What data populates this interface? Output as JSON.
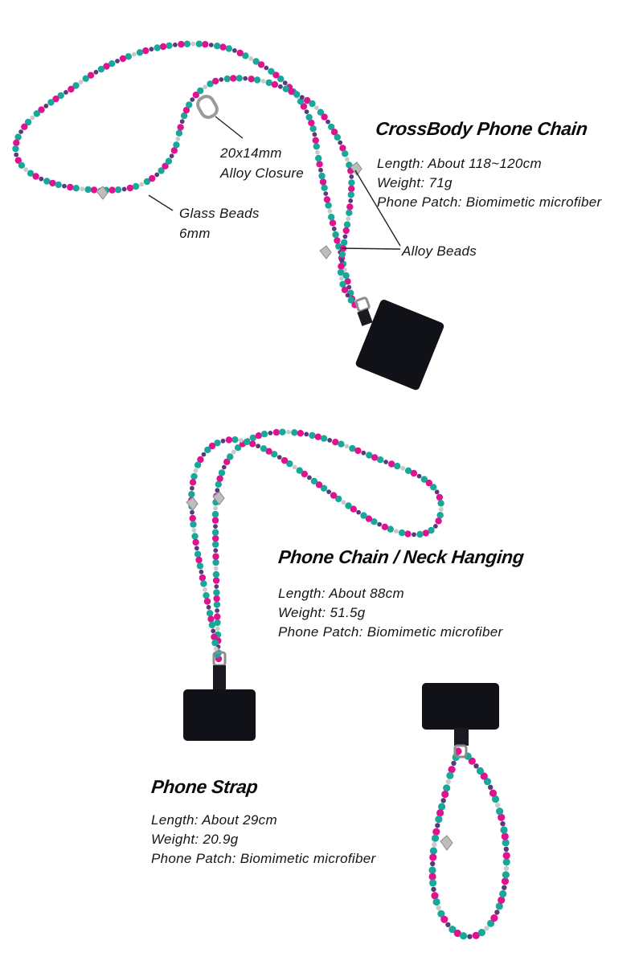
{
  "colors": {
    "bead_pink": "#e0128f",
    "bead_teal": "#17a89a",
    "bead_purple": "#5a3b7a",
    "bead_silver": "#c9c9c9",
    "patch": "#111217"
  },
  "crossbody": {
    "title": "CrossBody Phone Chain",
    "length": "Length: About 118~120cm",
    "weight": "Weight: 71g",
    "patch": "Phone Patch: Biomimetic microfiber",
    "callouts": {
      "closure_line1": "20x14mm",
      "closure_line2": "Alloy Closure",
      "glass_line1": "Glass Beads",
      "glass_line2": "6mm",
      "alloy": "Alloy Beads"
    }
  },
  "neck": {
    "title": "Phone Chain / Neck Hanging",
    "length": "Length: About 88cm",
    "weight": "Weight: 51.5g",
    "patch": "Phone Patch: Biomimetic microfiber"
  },
  "strap": {
    "title": "Phone Strap",
    "length": "Length: About 29cm",
    "weight": "Weight: 20.9g",
    "patch": "Phone Patch: Biomimetic microfiber"
  }
}
